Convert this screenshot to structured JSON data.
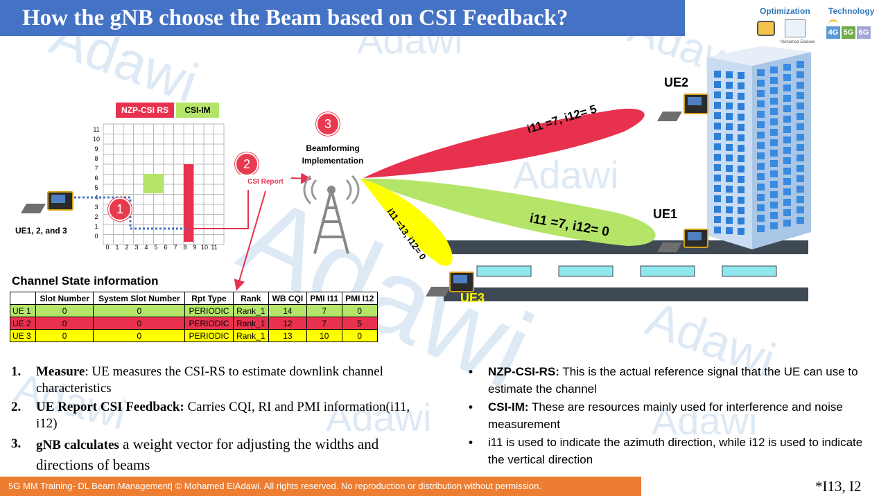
{
  "title": "How the gNB choose the Beam based on CSI Feedback?",
  "watermark": "Adawi",
  "logo": {
    "optimization": "Optimization",
    "technology": "Technology",
    "author": "Mohamed Eladawi",
    "tags": [
      "4G",
      "5G",
      "6G"
    ]
  },
  "legend": {
    "nzp": "NZP-CSI RS",
    "csi_im": "CSI-IM",
    "nzp_color": "#e8314e",
    "csi_im_color": "#b4e569"
  },
  "grid": {
    "y_labels": [
      "11",
      "10",
      "9",
      "8",
      "7",
      "6",
      "5",
      "4",
      "3",
      "2",
      "1",
      "0"
    ],
    "x_labels": [
      "0",
      "1",
      "2",
      "3",
      "4",
      "5",
      "6",
      "7",
      "8",
      "9",
      "10",
      "11"
    ]
  },
  "ue_group_label": "UE1, 2, and 3",
  "steps": {
    "one": "1",
    "two": "2",
    "three": "3",
    "csi_report": "CSI Report",
    "beamforming": "Beamforming\nImplementation"
  },
  "beams": {
    "ue2": "i11 =7, i12= 5",
    "ue1": "i11 =7, i12= 0",
    "ue3": "i11 =13, i12= 0"
  },
  "ue_labels": {
    "ue1": "UE1",
    "ue2": "UE2",
    "ue3": "UE3"
  },
  "table": {
    "heading": "Channel State information",
    "columns": [
      "",
      "Slot Number",
      "System Slot Number",
      "Rpt Type",
      "Rank",
      "WB CQI",
      "PMI I11",
      "PMI I12"
    ],
    "rows": [
      {
        "cells": [
          "UE 1",
          "0",
          "0",
          "PERIODIC",
          "Rank_1",
          "14",
          "7",
          "0"
        ],
        "color": "#b4e569"
      },
      {
        "cells": [
          "UE 2",
          "0",
          "0",
          "PERIODIC",
          "Rank_1",
          "12",
          "7",
          "5"
        ],
        "color": "#e8314e"
      },
      {
        "cells": [
          "UE 3",
          "0",
          "0",
          "PERIODIC",
          "Rank_1",
          "13",
          "10",
          "0"
        ],
        "color": "#ffff00"
      }
    ]
  },
  "numbered_list": [
    {
      "n": "1.",
      "bold": "Measure",
      "text": ": UE measures the CSI-RS to estimate downlink channel characteristics"
    },
    {
      "n": "2.",
      "bold": "UE Report CSI Feedback:",
      "text": " Carries CQI, RI and PMI information(i11, i12)"
    },
    {
      "n": "3.",
      "bold": "gNB calculates",
      "text": " a weight vector for adjusting the widths and directions of beams"
    }
  ],
  "bullet_list": [
    {
      "b": "•",
      "bold": "NZP-CSI-RS:",
      "text": " This is the actual reference signal that the UE can use to estimate the channel"
    },
    {
      "b": "•",
      "bold": "CSI-IM:",
      "text": " These are resources mainly used for interference and noise measurement"
    },
    {
      "b": "•",
      "bold": "",
      "text": "i11 is used to indicate the azimuth direction, while i12 is used to indicate the vertical direction"
    }
  ],
  "footer": "5G MM Training- DL Beam Management| © Mohamed ElAdawi. All rights reserved. No reproduction or distribution without permission.",
  "footnote": "*I13, I2"
}
